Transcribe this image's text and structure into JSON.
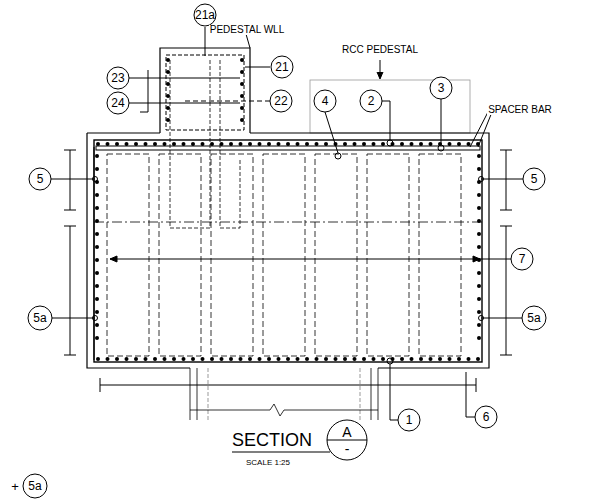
{
  "diagram": {
    "nodes": [
      {
        "text": [
          "21a"
        ]
      },
      {
        "text": [
          "23"
        ]
      },
      {
        "text": [
          "21"
        ]
      },
      {
        "text": [
          "24"
        ]
      },
      {
        "text": [
          "22"
        ]
      },
      {
        "text": [
          "4"
        ]
      },
      {
        "text": [
          "2"
        ]
      },
      {
        "text": [
          "3"
        ]
      },
      {
        "text": [
          "5"
        ]
      },
      {
        "text": [
          "5"
        ]
      },
      {
        "text": [
          "7"
        ]
      },
      {
        "text": [
          "5a"
        ]
      },
      {
        "text": [
          "5a"
        ]
      },
      {
        "text": [
          "1"
        ]
      },
      {
        "text": [
          "6"
        ]
      },
      {
        "text": [
          "A",
          "-"
        ]
      },
      {
        "text": [
          "5a"
        ]
      }
    ],
    "labels": [
      "PEDESTAL WLL",
      "RCC PEDESTAL",
      "SPACER BAR",
      "SECTION",
      "SCALE 1:25",
      "+"
    ]
  }
}
